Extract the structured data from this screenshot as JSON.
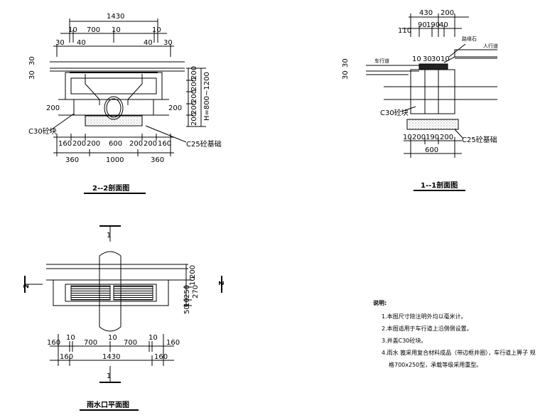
{
  "views": {
    "section22": {
      "title": "2--2剖面图",
      "dims_top": [
        "1430",
        "10",
        "700",
        "10",
        "10",
        "30",
        "40",
        "40",
        "30",
        "30",
        "30"
      ],
      "dims_right": [
        "200",
        "200",
        "200",
        "200",
        "200",
        "H=800~1200"
      ],
      "dims_left": [
        "200"
      ],
      "dims_right_side": [
        "200"
      ],
      "dims_bottom_row1": [
        "160",
        "200",
        "200",
        "600",
        "200",
        "200",
        "160"
      ],
      "dims_bottom_row2": [
        "360",
        "1000",
        "360"
      ],
      "label_c30": "C30砼块",
      "label_c25": "C25砼基础"
    },
    "section11": {
      "title": "1--1剖面图",
      "dims_top": [
        "430",
        "200",
        "110",
        "90",
        "190",
        "40",
        "10",
        "30",
        "30",
        "10"
      ],
      "dims_left": [
        "30",
        "30"
      ],
      "label_curb": "路缘石",
      "label_sidewalk": "人行道",
      "label_road": "车行道",
      "label_c30": "C30砼块",
      "label_c25": "C25砼基础",
      "dims_bottom_row1": [
        "10",
        "200",
        "190",
        "200"
      ],
      "dims_bottom_row2": [
        "600"
      ]
    },
    "plan": {
      "title": "雨水口平面图",
      "section_mark_top": "1",
      "section_mark_bottom": "1",
      "section_mark_left": "2",
      "section_mark_right": "2",
      "dims_right": [
        "200",
        "10",
        "250",
        "270",
        "10",
        "50"
      ],
      "dims_bottom_row1": [
        "160",
        "10",
        "700",
        "10",
        "700",
        "10",
        "160"
      ],
      "dims_bottom_row2": [
        "160",
        "1430",
        "160"
      ]
    }
  },
  "notes": {
    "heading": "说明:",
    "items": [
      "1.本图尺寸除注明外均以毫米计。",
      "2.本图适用于车行道上沿侧侧设置。",
      "3.井盖C30砼块。",
      "4.雨水  篦采用复合材料成品（带边框井圈），车行道上箅子 规",
      "格700x250型，承载等级采用重型。"
    ]
  }
}
